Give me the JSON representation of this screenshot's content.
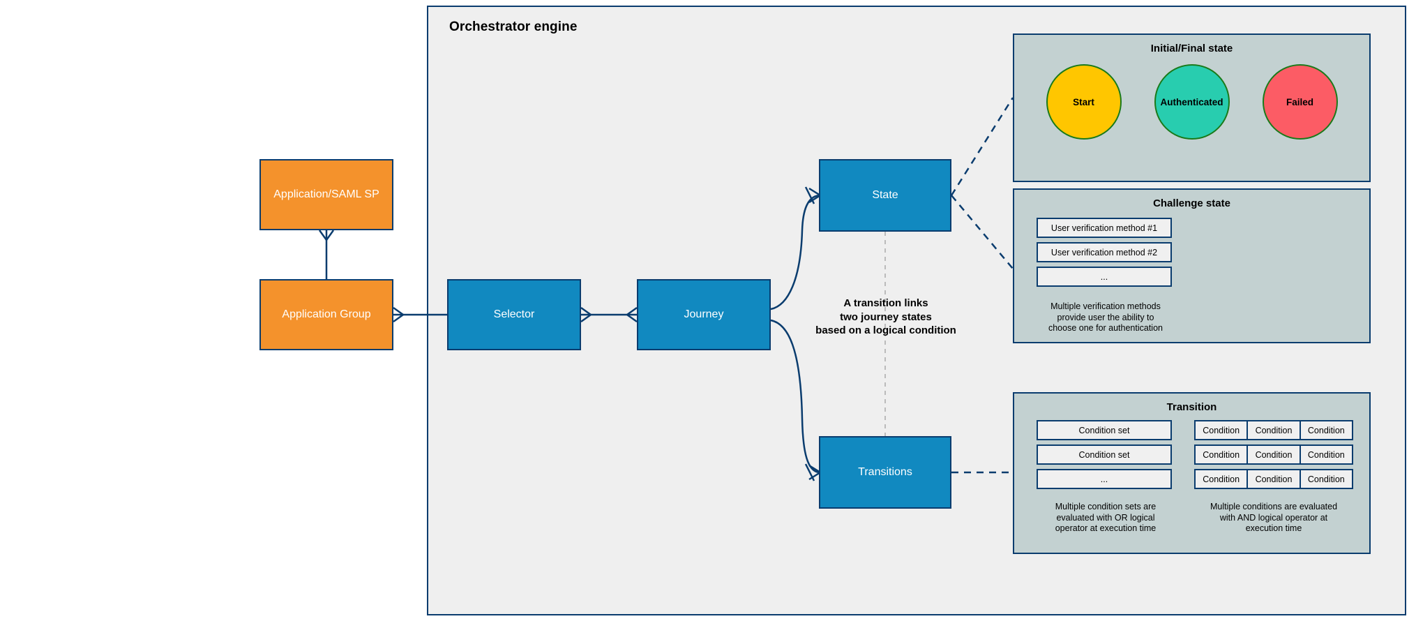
{
  "container": {
    "title": "Orchestrator engine"
  },
  "nodes": {
    "app_saml": "Application/SAML SP",
    "app_group": "Application Group",
    "selector": "Selector",
    "journey": "Journey",
    "state": "State",
    "transitions": "Transitions"
  },
  "center_note": {
    "line1": "A transition links",
    "line2": "two journey states",
    "line3": "based on a logical condition"
  },
  "panels": {
    "initial_final": {
      "title": "Initial/Final state",
      "circles": [
        {
          "label": "Start",
          "color": "#FFC600"
        },
        {
          "label": "Authenticated",
          "color": "#28CDAF"
        },
        {
          "label": "Failed",
          "color": "#FC5C65"
        }
      ]
    },
    "challenge": {
      "title": "Challenge state",
      "items": [
        "User verification method #1",
        "User verification method #2",
        "..."
      ],
      "caption": [
        "Multiple verification methods",
        "provide user the ability to",
        "choose one for authentication"
      ]
    },
    "transition": {
      "title": "Transition",
      "condition_sets": [
        "Condition set",
        "Condition set",
        "..."
      ],
      "condition_sets_caption": [
        "Multiple condition sets are",
        "evaluated with OR logical",
        "operator at execution time"
      ],
      "condition_grid": [
        [
          "Condition",
          "Condition",
          "Condition"
        ],
        [
          "Condition",
          "Condition",
          "Condition"
        ],
        [
          "Condition",
          "Condition",
          "Condition"
        ]
      ],
      "condition_grid_caption": [
        "Multiple conditions are evaluated",
        "with AND logical operator at",
        "execution time"
      ]
    }
  },
  "colors": {
    "orange": "#F4922C",
    "blue": "#1189C0",
    "navy": "#0A3C6E",
    "panel_bg": "#C3D1D1",
    "engine_bg": "#EFEFEF",
    "circle_border": "#1A7A1A"
  }
}
